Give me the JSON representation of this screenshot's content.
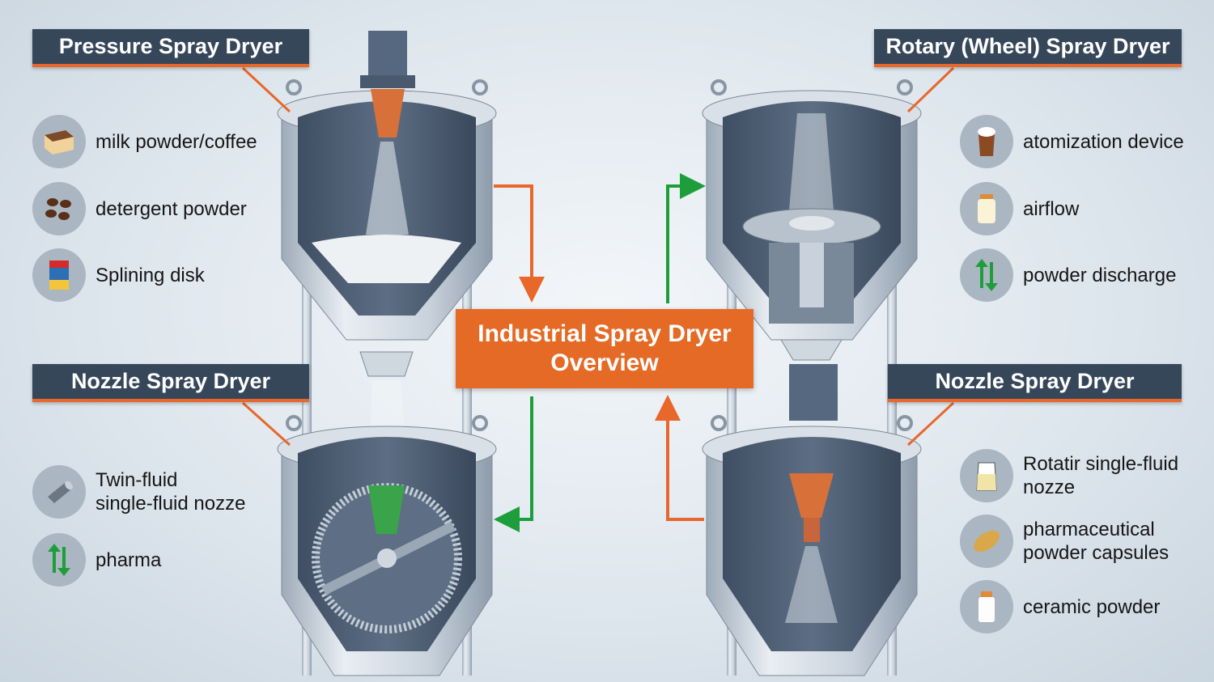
{
  "center": {
    "line1": "Industrial Spray Dryer",
    "line2": "Overview"
  },
  "panels": {
    "pressure": {
      "title": "Pressure Spray Dryer",
      "items": [
        {
          "icon": "milk-powder-icon",
          "label": "milk powder/coffee"
        },
        {
          "icon": "coffee-beans-icon",
          "label": "detergent powder"
        },
        {
          "icon": "can-icon",
          "label": "Splining disk"
        }
      ]
    },
    "rotary": {
      "title": "Rotary (Wheel) Spray Dryer",
      "items": [
        {
          "icon": "coffee-cup-icon",
          "label": "atomization device"
        },
        {
          "icon": "milk-jar-icon",
          "label": "airflow"
        },
        {
          "icon": "up-down-arrows-icon",
          "label": "powder discharge"
        }
      ]
    },
    "nozzle_left": {
      "title": "Nozzle Spray Dryer",
      "items": [
        {
          "icon": "nozzle-pipe-icon",
          "line1": "Twin-fluid",
          "line2": "single-fluid nozze"
        },
        {
          "icon": "up-down-arrows-icon",
          "label": "pharma"
        }
      ]
    },
    "nozzle_right": {
      "title": "Nozzle Spray Dryer",
      "items": [
        {
          "icon": "beaker-icon",
          "line1": "Rotatir single-fluid",
          "line2": "nozze"
        },
        {
          "icon": "capsules-icon",
          "line1": "pharmaceutical",
          "line2": "powder capsules"
        },
        {
          "icon": "bottle-icon",
          "label": "ceramic powder"
        }
      ]
    }
  },
  "colors": {
    "accent_orange": "#e8672a",
    "title_bg": "#37475a",
    "flow_green": "#1e9e3a",
    "steel": "#c3ccd6"
  }
}
